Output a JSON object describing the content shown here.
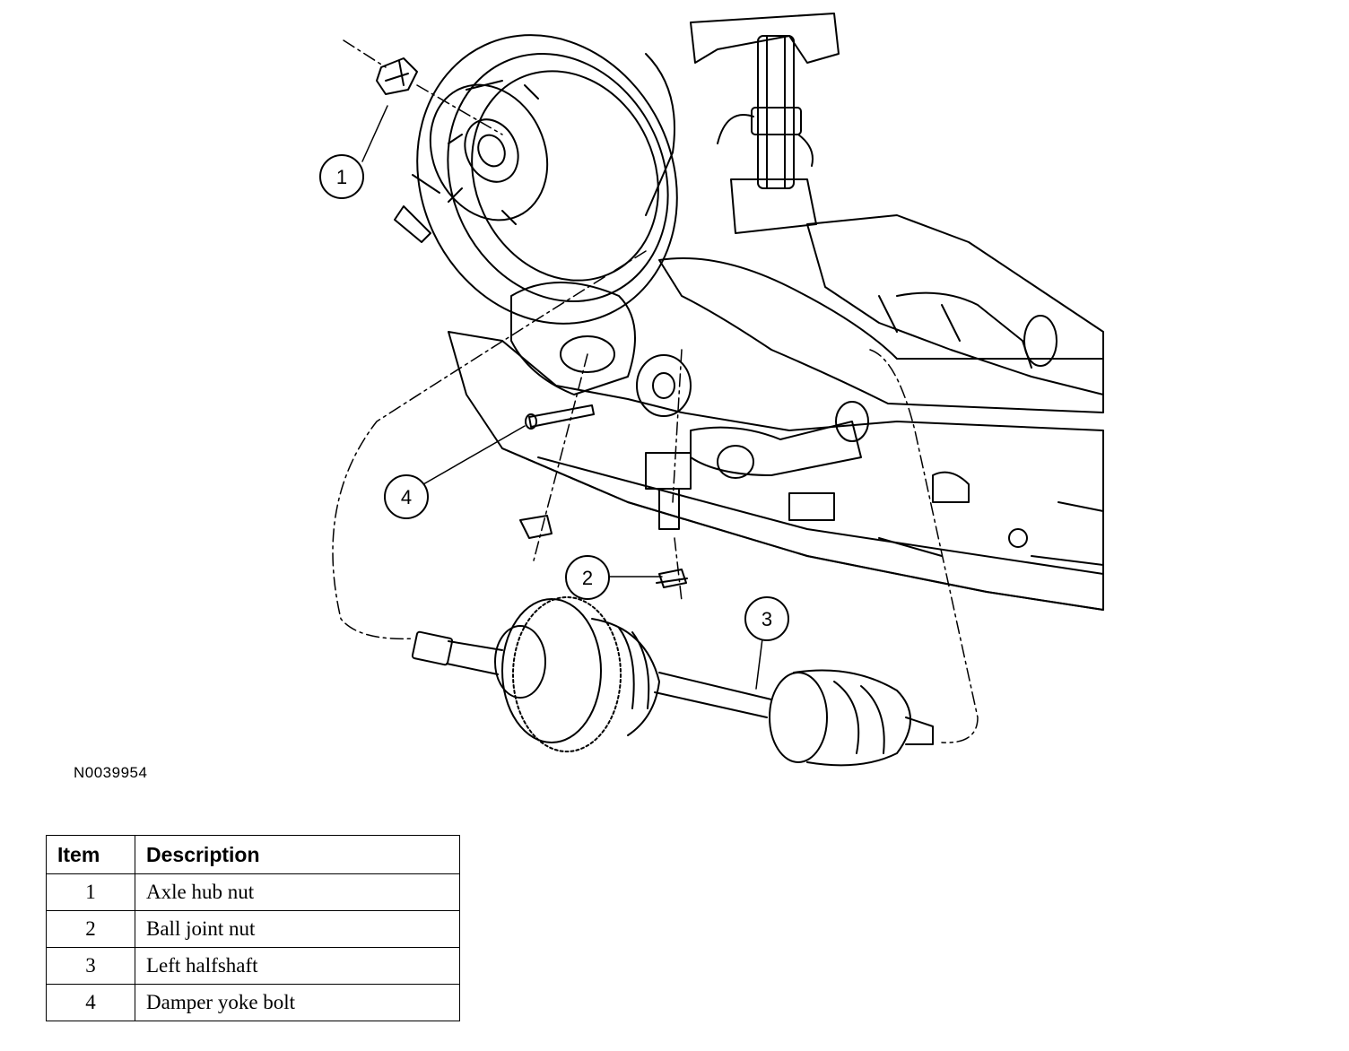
{
  "figure_id": "N0039954",
  "callouts": [
    "1",
    "2",
    "3",
    "4"
  ],
  "table": {
    "headers": [
      "Item",
      "Description"
    ],
    "rows": [
      {
        "item": "1",
        "description": "Axle hub nut"
      },
      {
        "item": "2",
        "description": "Ball joint nut"
      },
      {
        "item": "3",
        "description": "Left halfshaft"
      },
      {
        "item": "4",
        "description": "Damper yoke bolt"
      }
    ]
  }
}
